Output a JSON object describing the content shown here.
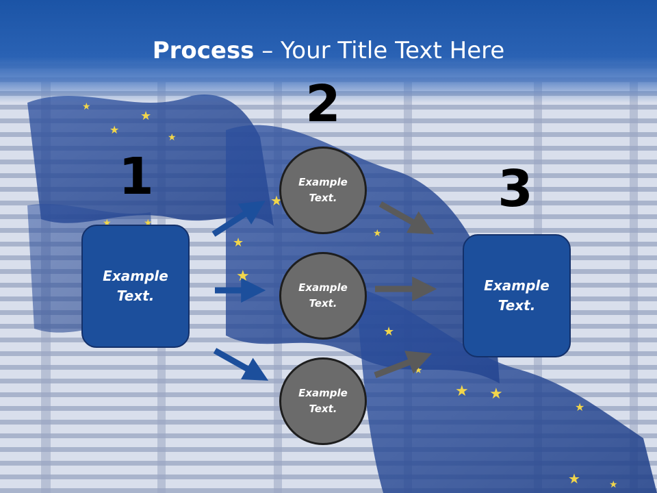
{
  "title": {
    "bold": "Process",
    "rest": " – Your Title Text Here"
  },
  "steps": {
    "one": "1",
    "two": "2",
    "three": "3"
  },
  "left_box": {
    "text": "Example\nText."
  },
  "circles": [
    {
      "text": "Example\nText."
    },
    {
      "text": "Example\nText."
    },
    {
      "text": "Example\nText."
    }
  ],
  "right_box": {
    "text": "Example\nText."
  },
  "colors": {
    "title_bar": "#1b54a6",
    "box_fill": "#1c4f9c",
    "circle_fill": "#6b6b6b",
    "arrow_blue": "#1c4f9c",
    "arrow_gray": "#5a5a5a"
  }
}
